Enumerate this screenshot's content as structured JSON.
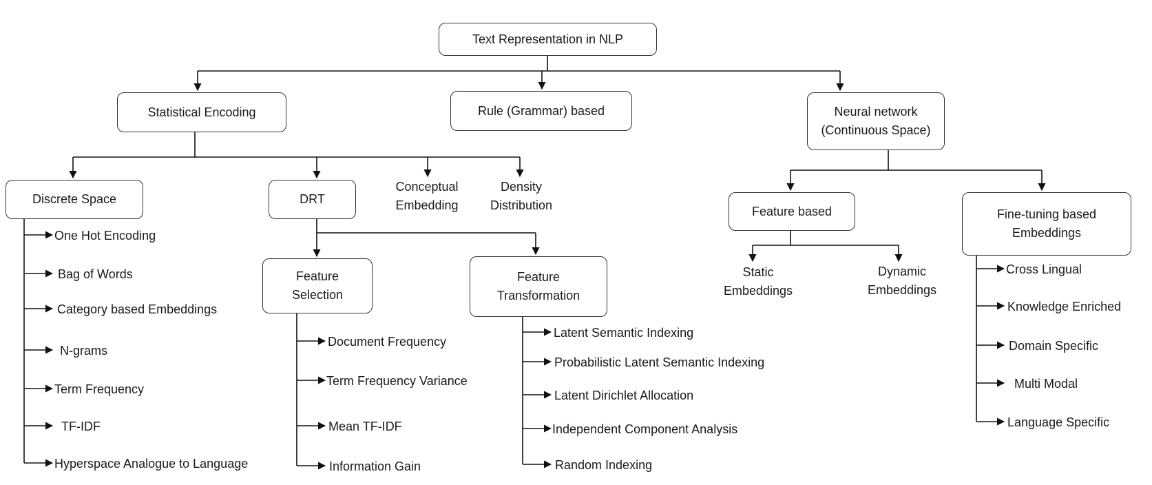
{
  "root": "Text Representation in NLP",
  "categories": {
    "statistical": "Statistical Encoding",
    "rule": "Rule (Grammar) based",
    "neural": "Neural network\n(Continuous Space)"
  },
  "statistical": {
    "discrete": {
      "label": "Discrete Space",
      "items": [
        "One Hot Encoding",
        "Bag of Words",
        "Category based Embeddings",
        "N-grams",
        "Term Frequency",
        "TF-IDF",
        "Hyperspace Analogue to Language"
      ]
    },
    "drt": {
      "label": "DRT",
      "feature_selection": {
        "label": "Feature\nSelection",
        "items": [
          "Document Frequency",
          "Term Frequency Variance",
          "Mean TF-IDF",
          "Information Gain"
        ]
      },
      "feature_transformation": {
        "label": "Feature\nTransformation",
        "items": [
          "Latent Semantic Indexing",
          "Probabilistic Latent Semantic Indexing",
          "Latent Dirichlet Allocation",
          "Independent Component Analysis",
          "Random Indexing"
        ]
      }
    },
    "conceptual": "Conceptual\nEmbedding",
    "density": "Density\nDistribution"
  },
  "neural": {
    "feature_based": {
      "label": "Feature based",
      "static": "Static\nEmbeddings",
      "dynamic": "Dynamic\nEmbeddings"
    },
    "fine_tuning": {
      "label": "Fine-tuning based\nEmbeddings",
      "items": [
        "Cross Lingual",
        "Knowledge Enriched",
        "Domain Specific",
        "Multi Modal",
        "Language Specific"
      ]
    }
  }
}
